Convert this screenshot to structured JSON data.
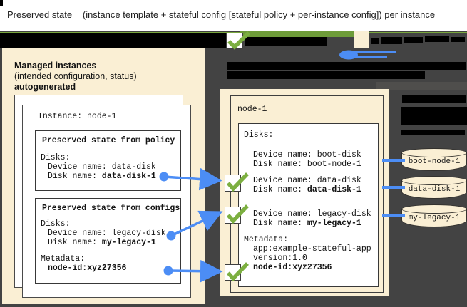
{
  "title": "Preserved state = (instance template + stateful config [stateful policy + per-instance config]) per instance",
  "left_panel": {
    "heading1": "Managed instances",
    "heading2": "(intended configuration, status)",
    "heading3": "autogenerated",
    "instance_title": "Instance: node-1",
    "policy_box": {
      "title": "Preserved state from policy",
      "disks": "Disks:",
      "device": "Device name: data-disk",
      "disk_label": "Disk name: ",
      "disk_value": "data-disk-1"
    },
    "configs_box": {
      "title": "Preserved state from configs",
      "disks": "Disks:",
      "device": "Device name: legacy-disk",
      "disk_label": "Disk name: ",
      "disk_value": "my-legacy-1",
      "metadata": "Metadata:",
      "metadata_value": "node-id:xyz27356"
    }
  },
  "right_panel": {
    "node_title": "node-1",
    "disks": "Disks:",
    "boot_device": "Device name: boot-disk",
    "boot_disk_label": "Disk name: ",
    "boot_disk_value": "boot-node-1",
    "data_device": "Device name: data-disk",
    "data_disk_label": "Disk name: ",
    "data_disk_value": "data-disk-1",
    "legacy_device": "Device name: legacy-disk",
    "legacy_disk_label": "Disk name: ",
    "legacy_disk_value": "my-legacy-1",
    "metadata": "Metadata:",
    "metadata_app": "app:example-stateful-app",
    "metadata_version": "version:1.0",
    "metadata_nodeid": "node-id:xyz27356"
  },
  "disks": {
    "boot": "boot-node-1",
    "data": "data-disk-1",
    "legacy": "my-legacy-1"
  },
  "colors": {
    "accent_green": "#7CAF40",
    "accent_blue": "#4C8DF5",
    "panel_cream": "#FAEFD4",
    "background_dark": "#434343",
    "redaction_black": "#000000"
  }
}
